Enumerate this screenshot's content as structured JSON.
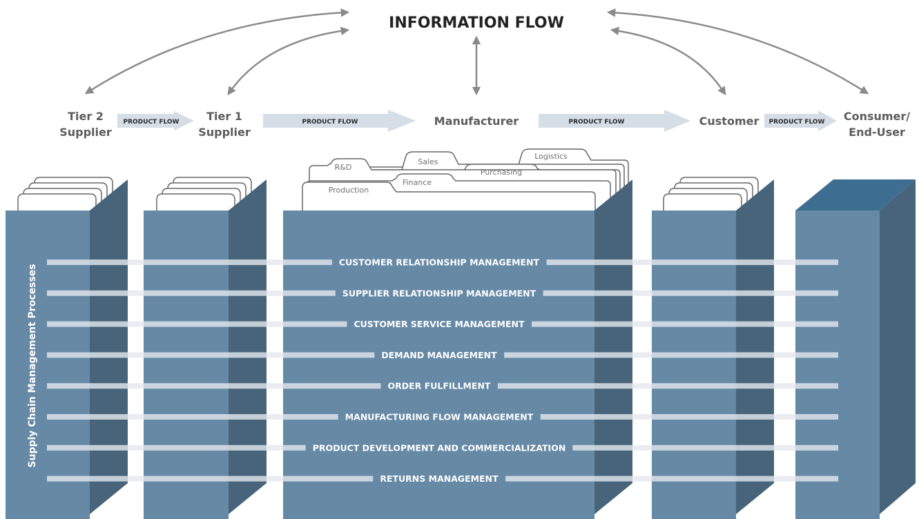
{
  "title": "INFORMATION FLOW",
  "entities": {
    "tier2": [
      "Tier 2",
      "Supplier"
    ],
    "tier1": [
      "Tier 1",
      "Supplier"
    ],
    "manufacturer": [
      "Manufacturer"
    ],
    "customer": [
      "Customer"
    ],
    "consumer": [
      "Consumer/",
      "End-User"
    ]
  },
  "product_flow_label": "PRODUCT FLOW",
  "department_tabs": [
    "Production",
    "Finance",
    "R&D",
    "Sales",
    "Purchasing",
    "Logistics"
  ],
  "vertical_label": "Supply Chain Management Processes",
  "processes": [
    "CUSTOMER RELATIONSHIP MANAGEMENT",
    "SUPPLIER RELATIONSHIP MANAGEMENT",
    "CUSTOMER SERVICE MANAGEMENT",
    "DEMAND MANAGEMENT",
    "ORDER FULFILLMENT",
    "MANUFACTURING FLOW MANAGEMENT",
    "PRODUCT DEVELOPMENT AND COMMERCIALIZATION",
    "RETURNS MANAGEMENT"
  ],
  "colors": {
    "column_front": "#6689a6",
    "column_side": "#48647a",
    "column_top": "#3d6e91",
    "process_band": "#e4e8ed",
    "product_arrow": "#d5dde6",
    "info_arrow": "#8a8a8a"
  }
}
